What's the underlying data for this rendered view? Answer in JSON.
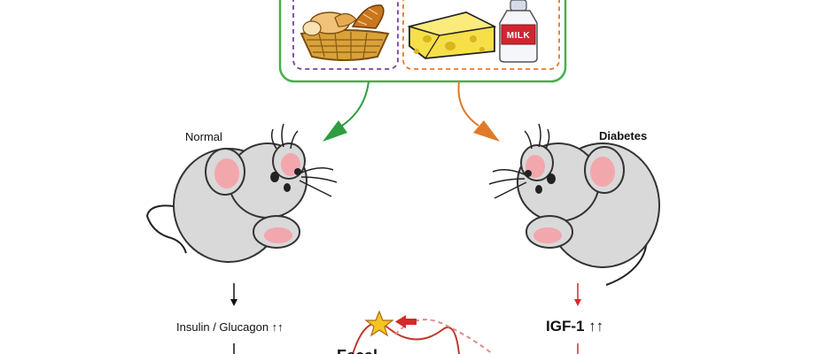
{
  "labels": {
    "normal": "Normal",
    "diabetes": "Diabetes",
    "normal_effect": "Insulin / Glucagon ↑↑",
    "diabetes_effect": "IGF-1 ↑↑",
    "milk": "MILK",
    "bottom_caption": "Fecal ... "
  },
  "colors": {
    "box_border": "#46b04a",
    "carb_border": "#7a3fa0",
    "dairy_border": "#e07a2a",
    "arrow_green": "#2e9e3f",
    "arrow_orange": "#e07a2a",
    "arrow_red": "#d42b2b",
    "mouse_body": "#d9d9d9",
    "mouse_ear": "#f2a7ad"
  },
  "icons": [
    "bread-basket-icon",
    "cheese-icon",
    "milk-bottle-icon",
    "normal-mouse-icon",
    "diabetic-mouse-icon",
    "star-icon"
  ]
}
